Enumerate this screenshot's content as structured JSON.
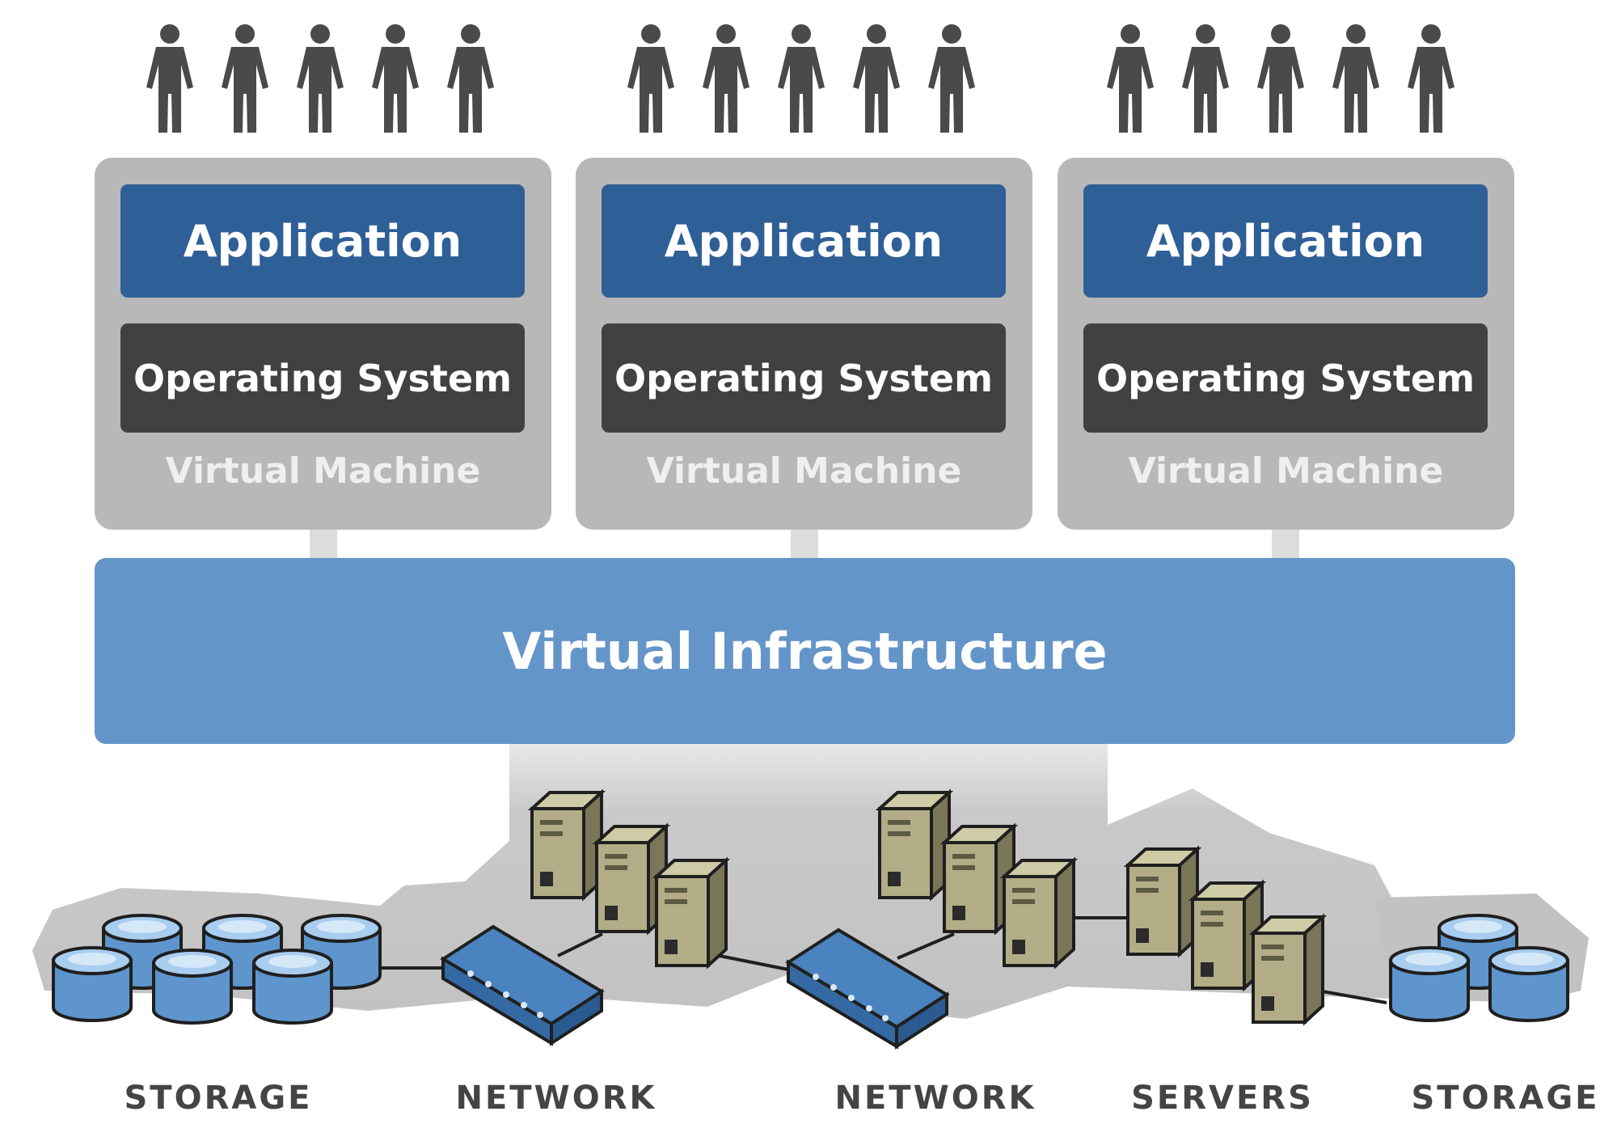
{
  "virtual_machines": [
    {
      "application": "Application",
      "operating_system": "Operating System",
      "label": "Virtual Machine"
    },
    {
      "application": "Application",
      "operating_system": "Operating System",
      "label": "Virtual Machine"
    },
    {
      "application": "Application",
      "operating_system": "Operating System",
      "label": "Virtual Machine"
    }
  ],
  "infrastructure": {
    "label": "Virtual Infrastructure"
  },
  "hardware_labels": [
    "STORAGE",
    "NETWORK",
    "NETWORK",
    "SERVERS",
    "STORAGE"
  ],
  "icons": [
    "person-icon",
    "storage-disk-icon",
    "network-switch-icon",
    "server-icon"
  ],
  "colors": {
    "application": "#2f5f97",
    "operating_system": "#414141",
    "virtual_machine": "#b8b8b8",
    "infrastructure": "#6495c8",
    "storage": "#5d95cc",
    "server": "#b2ad87",
    "person": "#4a4a4a"
  }
}
